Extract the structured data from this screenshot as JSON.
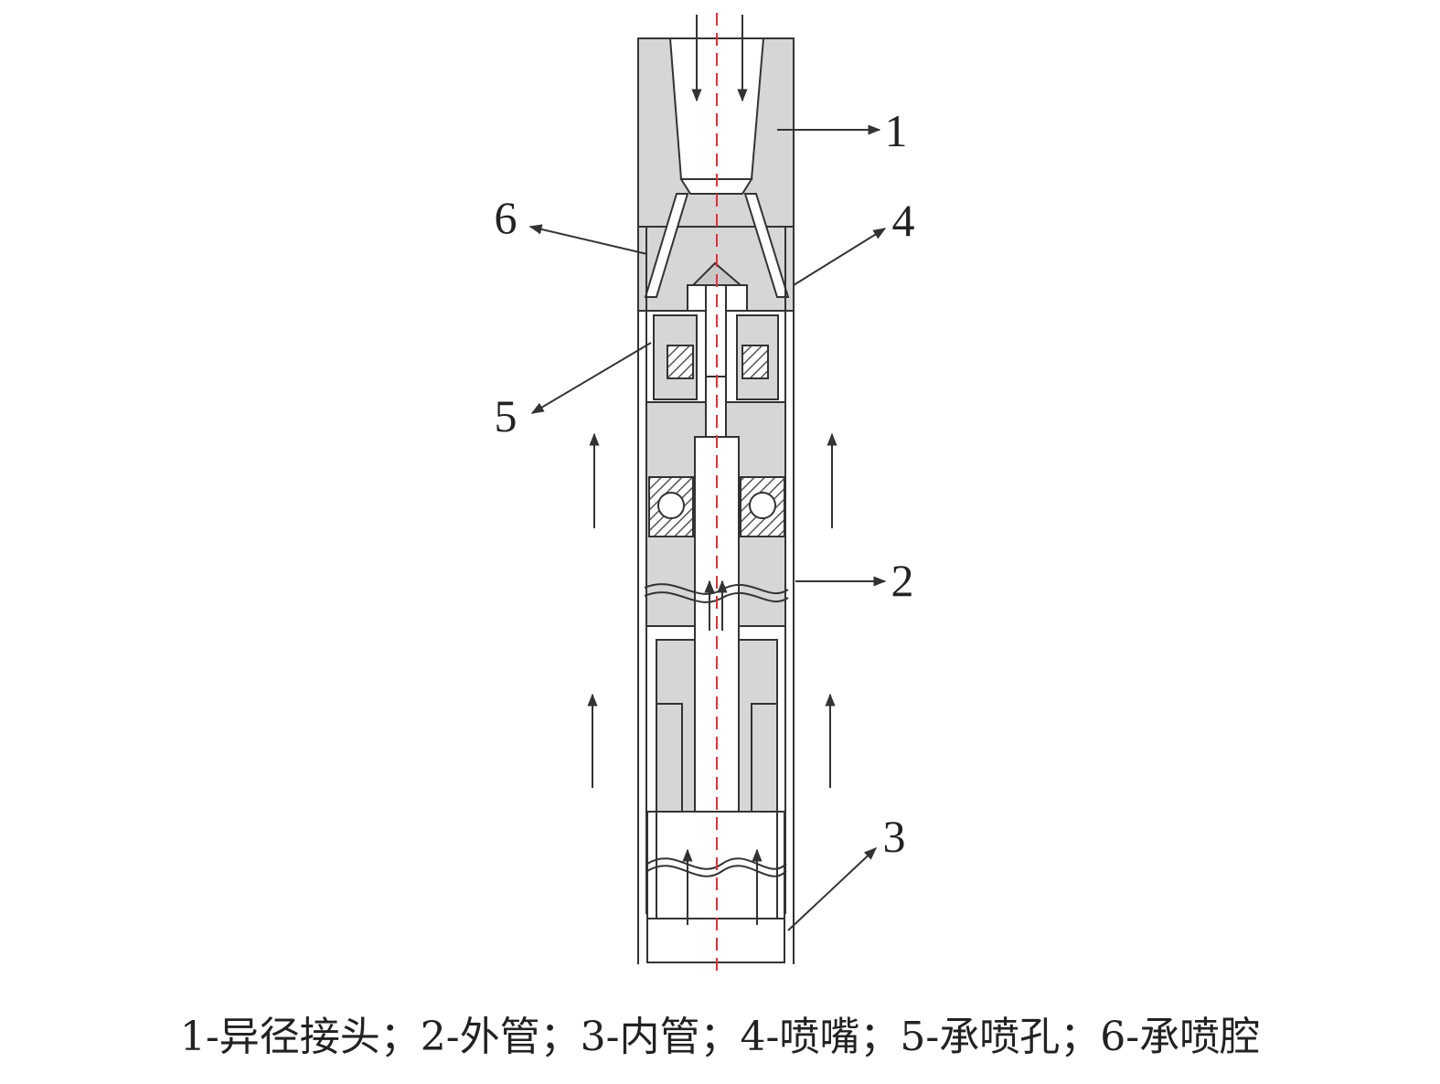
{
  "callouts": [
    {
      "id": "1",
      "label": "1"
    },
    {
      "id": "2",
      "label": "2"
    },
    {
      "id": "3",
      "label": "3"
    },
    {
      "id": "4",
      "label": "4"
    },
    {
      "id": "5",
      "label": "5"
    },
    {
      "id": "6",
      "label": "6"
    }
  ],
  "caption": "1-异径接头；2-外管；3-内管；4-喷嘴；5-承喷孔；6-承喷腔",
  "colors": {
    "body": "#d6d6d6",
    "line": "#333333",
    "centerline": "#e0303a",
    "hatch": "#555555"
  }
}
